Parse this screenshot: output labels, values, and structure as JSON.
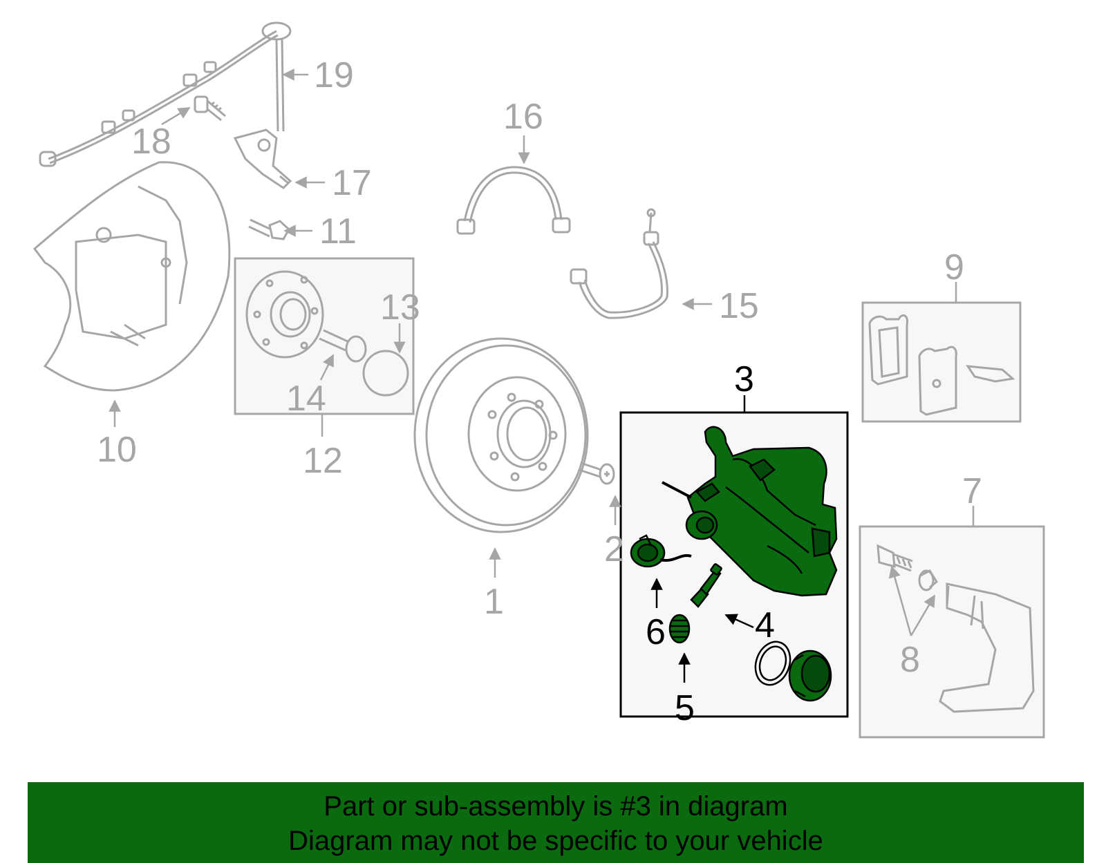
{
  "colors": {
    "muted": "#a6a6a6",
    "highlight": "#0a6a10",
    "box_fill": "#f7f7f7",
    "banner": "#0b6a10",
    "text_dark": "#000000"
  },
  "callouts": {
    "c1": "1",
    "c2": "2",
    "c3": "3",
    "c4": "4",
    "c5": "5",
    "c6": "6",
    "c7": "7",
    "c8": "8",
    "c9": "9",
    "c10": "10",
    "c11": "11",
    "c12": "12",
    "c13": "13",
    "c14": "14",
    "c15": "15",
    "c16": "16",
    "c17": "17",
    "c18": "18",
    "c19": "19"
  },
  "banner": {
    "line1": "Part or sub-assembly is #3 in diagram",
    "line2": "Diagram may not be specific to your vehicle"
  }
}
